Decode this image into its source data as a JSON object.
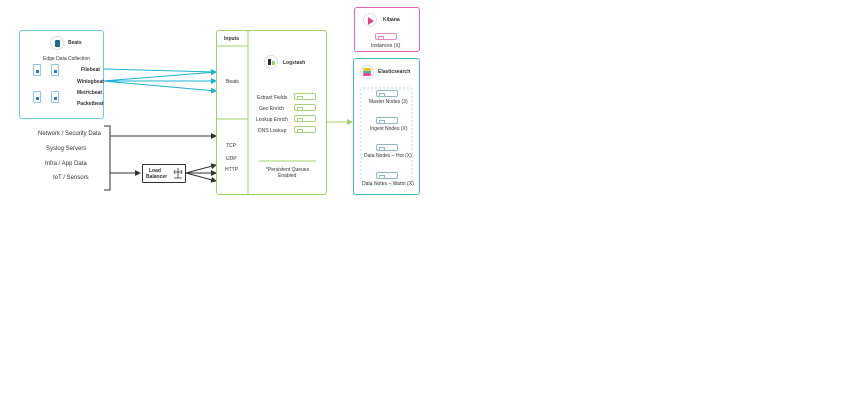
{
  "beats": {
    "title": "Beats",
    "subtitle": "Edge Data Collection",
    "items": [
      "Filebeat",
      "Winlogbeat",
      "Metricbeat",
      "Packetbeat"
    ]
  },
  "sources": [
    "Network / Security Data",
    "Syslog Servers",
    "Infra / App Data",
    "IoT / Sensors"
  ],
  "load_balancer": {
    "label_line1": "Load",
    "label_line2": "Balancer"
  },
  "logstash": {
    "title": "Logstash",
    "inputs_label": "Inputs",
    "beats_input": "Beats",
    "protocols": [
      "TCP",
      "UDP",
      "HTTP"
    ],
    "filters": [
      "Extract Fields",
      "Geo Enrich",
      "Lookup Enrich",
      "DNS Lookup"
    ],
    "queue_line1": "*Persistent Queues",
    "queue_line2": "Enabled"
  },
  "kibana": {
    "title": "Kibana",
    "instances": "Instances (X)"
  },
  "elasticsearch": {
    "title": "Elasticsearch",
    "nodes": [
      "Master Nodes (3)",
      "Ingest Nodes (X)",
      "Data Nodes – Hot (X)",
      "Data Notes – Warm (X)"
    ]
  },
  "colors": {
    "beats": "#6ecbe6",
    "logstash": "#9fd06a",
    "kibana": "#e664b4",
    "elasticsearch": "#3ebeb0",
    "arrow_blue": "#1ab3d6",
    "arrow_dark": "#333333",
    "arrow_green": "#9fd06a"
  }
}
